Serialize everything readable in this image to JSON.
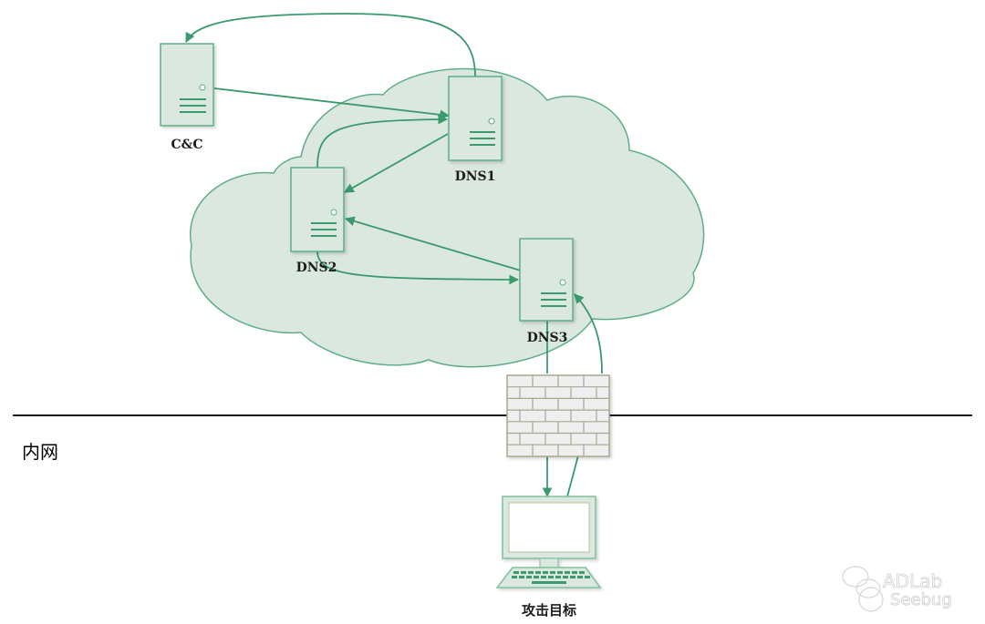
{
  "diagram": {
    "zones": {
      "internal_network_label": "内网"
    },
    "nodes": [
      {
        "id": "cc",
        "label": "C&C",
        "type": "server"
      },
      {
        "id": "dns1",
        "label": "DNS1",
        "type": "server"
      },
      {
        "id": "dns2",
        "label": "DNS2",
        "type": "server"
      },
      {
        "id": "dns3",
        "label": "DNS3",
        "type": "server"
      },
      {
        "id": "firewall",
        "label": "",
        "type": "firewall"
      },
      {
        "id": "target",
        "label": "攻击目标",
        "type": "computer"
      }
    ],
    "edges": [
      {
        "from": "cc",
        "to": "dns1"
      },
      {
        "from": "dns1",
        "to": "cc"
      },
      {
        "from": "dns1",
        "to": "dns2"
      },
      {
        "from": "dns2",
        "to": "dns1"
      },
      {
        "from": "dns3",
        "to": "dns2"
      },
      {
        "from": "dns2",
        "to": "dns3"
      },
      {
        "from": "dns3",
        "to": "target"
      },
      {
        "from": "target",
        "to": "dns3"
      }
    ],
    "colors": {
      "accent": "#3a9a6e",
      "node_fill": "#dbe8df",
      "cloud_fill": "#dbe8df",
      "cloud_stroke": "#5fae8a",
      "firewall_fill": "#efefef",
      "firewall_stroke": "#a8a88c"
    },
    "watermark": {
      "line1": "ADLab",
      "line2": "Seebug"
    }
  }
}
